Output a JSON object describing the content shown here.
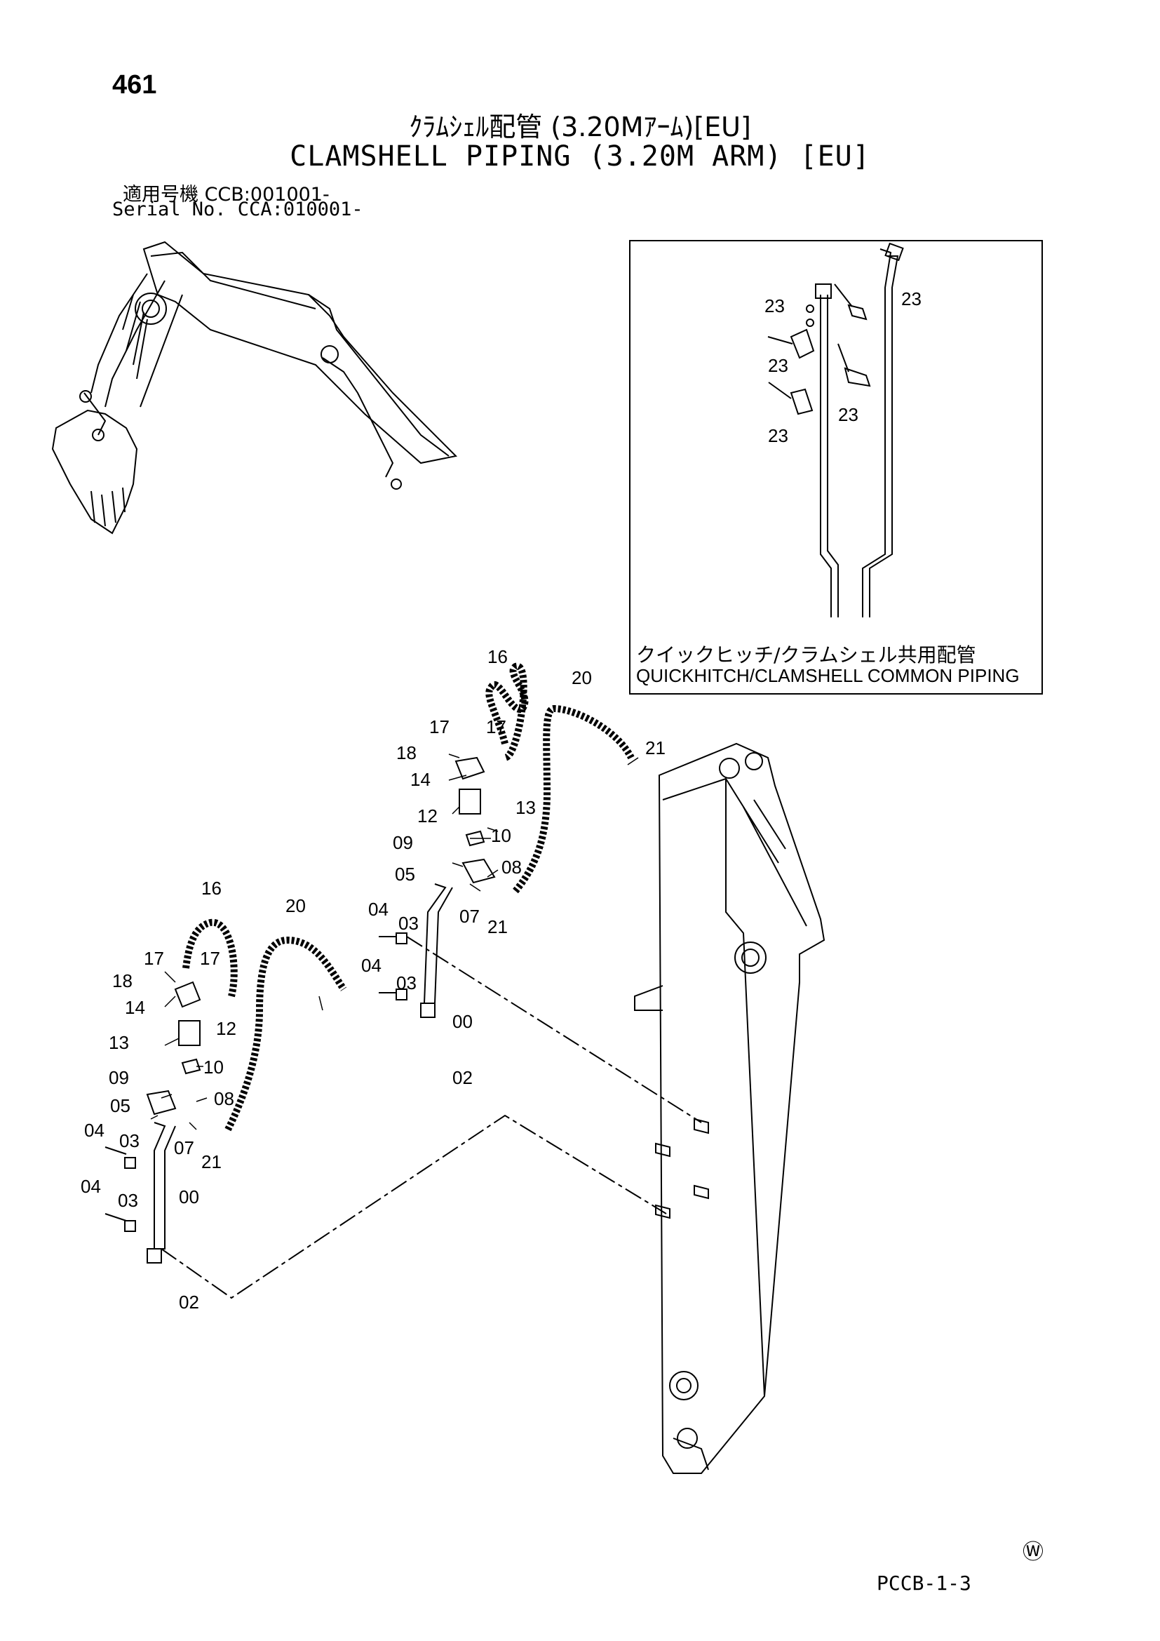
{
  "page_number": "461",
  "title_ja": "ｸﾗﾑｼｪﾙ配管 (3.20Mｱｰﾑ)[EU]",
  "title_en": "CLAMSHELL PIPING (3.20M ARM) [EU]",
  "serial": {
    "line1": "適用号機 CCB:001001-",
    "line2": "Serial No. CCA:010001-"
  },
  "inset": {
    "caption_ja": "クイックヒッチ/クラムシェル共用配管",
    "caption_en": "QUICKHITCH/CLAMSHELL COMMON PIPING",
    "callouts": [
      "23",
      "23",
      "23",
      "23",
      "23"
    ]
  },
  "callouts_upper": [
    "16",
    "20",
    "17",
    "18",
    "17",
    "14",
    "21",
    "12",
    "13",
    "09",
    "10",
    "05",
    "08",
    "07",
    "21",
    "04",
    "03",
    "04",
    "03",
    "00",
    "02"
  ],
  "callouts_lower": [
    "16",
    "20",
    "17",
    "17",
    "18",
    "14",
    "12",
    "13",
    "10",
    "09",
    "08",
    "05",
    "07",
    "21",
    "04",
    "03",
    "04",
    "03",
    "00",
    "02"
  ],
  "watermark_symbol": "Ⓦ",
  "footer_code": "PCCB-1-3"
}
